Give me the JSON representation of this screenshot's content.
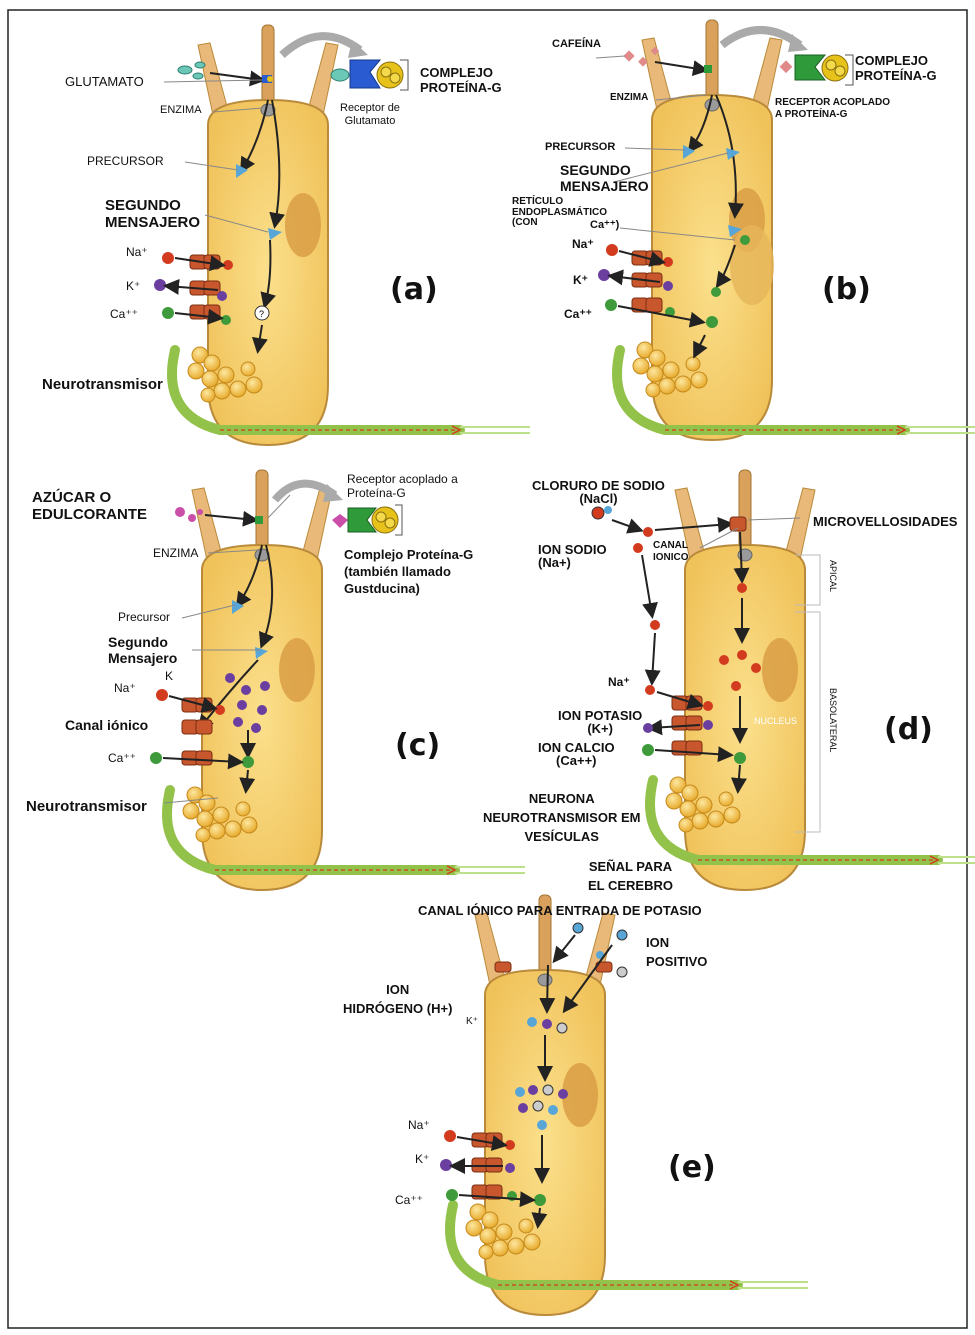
{
  "colors": {
    "cell_fill": "#f6cf6a",
    "cell_stroke": "#b98a3a",
    "nucleus": "#d99e45",
    "nerve": "#93c24a",
    "sodium": "#d33b1f",
    "potassium": "#6a3fa0",
    "calcium": "#3e9a3a",
    "vesicle": "#f1b92b",
    "channel": "#c8572e",
    "arrow": "#222222"
  },
  "panels": {
    "a": {
      "tag": "(a)",
      "stimulus": "GLUTAMATO",
      "enzyme": "ENZIMA",
      "precursor": "PRECURSOR",
      "second_messenger": "SEGUNDO\nMENSAJERO",
      "complex": "COMPLEJO\nPROTEÍNA-G",
      "receptor": "Receptor de\nGlutamato",
      "na": "Na⁺",
      "k": "K⁺",
      "ca": "Ca⁺⁺",
      "neurotransmitter": "Neurotransmisor"
    },
    "b": {
      "tag": "(b)",
      "stimulus": "CAFEÍNA",
      "enzyme": "ENZIMA",
      "precursor": "PRECURSOR",
      "second_messenger": "SEGUNDO\nMENSAJERO",
      "er": "RETÍCULO\nENDOPLASMÁTICO\n(CON",
      "er_ca": "Ca⁺⁺)",
      "complex": "COMPLEJO\nPROTEÍNA-G",
      "receptor": "RECEPTOR ACOPLADO\nA PROTEÍNA-G",
      "na": "Na⁺",
      "k": "K⁺",
      "ca": "Ca⁺⁺"
    },
    "c": {
      "tag": "(c)",
      "stimulus": "AZÚCAR O\nEDULCORANTE",
      "enzyme": "ENZIMA",
      "precursor": "Precursor",
      "second_messenger": "Segundo\nMensajero",
      "receptor": "Receptor acoplado a\nProteína-G",
      "complex": "Complejo Proteína-G\n(también llamado\nGustducina)",
      "channel": "Canal iónico",
      "na": "Na⁺",
      "k": "K",
      "ca": "Ca⁺⁺",
      "neurotransmitter": "Neurotransmisor"
    },
    "d": {
      "tag": "(d)",
      "stimulus": "CLORURO DE SODIO\n(NaCl)",
      "ion_sodium": "ION SODIO\n(Na+)",
      "channel": "CANAL\nIONICO",
      "microvilli": "MICROVELLOSIDADES",
      "apical": "APICAL",
      "basolateral": "BASOLATERAL",
      "nucleus": "NUCLEUS",
      "na": "Na⁺",
      "ion_potassium": "ION POTASIO\n(K+)",
      "ion_calcium": "ION CALCIO\n(Ca++)",
      "neuron": "NEURONA\nNEUROTRANSMISOR EM\nVESÍCULAS",
      "signal": "SEÑAL PARA\nEL CEREBRO"
    },
    "e": {
      "tag": "(e)",
      "channel_title": "CANAL IÓNICO PARA ENTRADA DE POTASIO",
      "positive_ion": "ION\nPOSITIVO",
      "hydrogen_ion": "ION\nHIDRÓGENO (H+)",
      "k_inside": "K⁺",
      "na": "Na⁺",
      "k": "K⁺",
      "ca": "Ca⁺⁺"
    }
  }
}
